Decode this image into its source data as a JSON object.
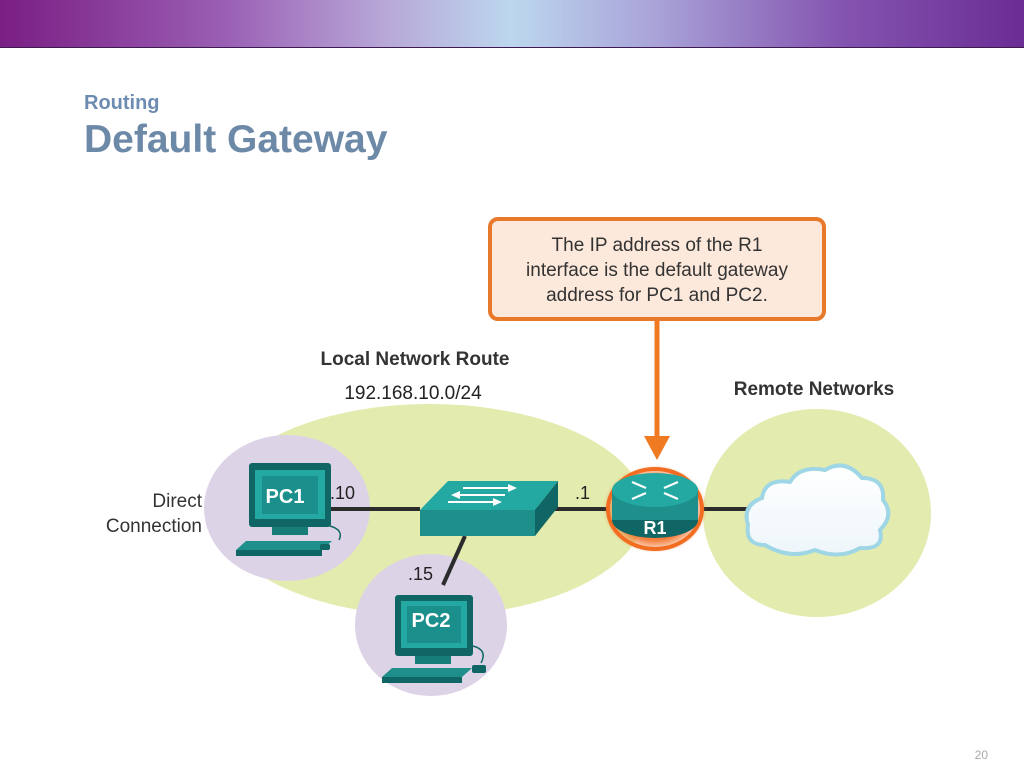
{
  "slide": {
    "subtitle": "Routing",
    "title": "Default Gateway",
    "page_number": "20"
  },
  "diagram": {
    "callout": {
      "lines": [
        "The IP address of the R1",
        "interface is the default gateway",
        "address for PC1 and PC2."
      ],
      "border_color": "#e8792b",
      "fill_color": "#fde9dc"
    },
    "local_network": {
      "label": "Local Network Route",
      "subnet": "192.168.10.0/24",
      "color": "#e3ebae"
    },
    "remote_networks": {
      "label": "Remote Networks"
    },
    "direct_connection": {
      "line1": "Direct",
      "line2": "Connection"
    },
    "devices": {
      "pc1": {
        "label": "PC1",
        "host": ".10"
      },
      "pc2": {
        "label": "PC2",
        "host": ".15"
      },
      "switch": {
        "label": ""
      },
      "router": {
        "label": "R1",
        "interface": ".1"
      }
    },
    "colors": {
      "device_teal": "#1e8f8b",
      "device_dark": "#0f6664",
      "pc_bubble": "#dcd3e6",
      "router_glow": "#f26d21",
      "cable": "#2c2c2c",
      "arrow": "#f07a22"
    }
  }
}
